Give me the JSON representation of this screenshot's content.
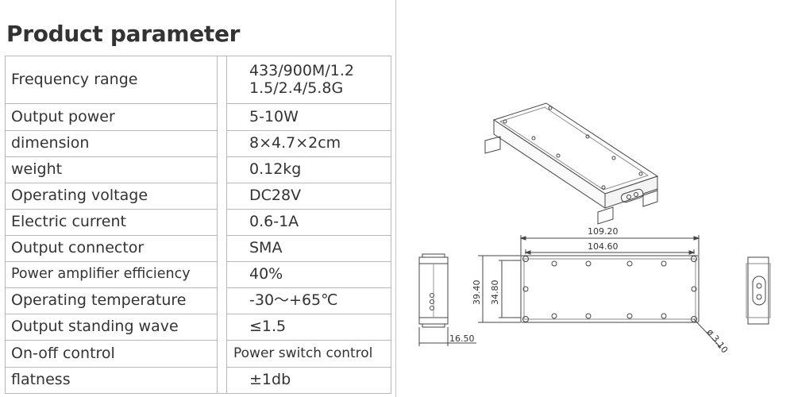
{
  "title": "Product parameter",
  "rows": [
    {
      "label": "Frequency range",
      "value_lines": [
        "433/900M/1.2",
        "1.5/2.4/5.8G"
      ]
    },
    {
      "label": "Output power",
      "value_lines": [
        "5-10W"
      ]
    },
    {
      "label": "dimension",
      "value_lines": [
        "8×4.7×2cm"
      ]
    },
    {
      "label": "weight",
      "value_lines": [
        "0.12kg"
      ]
    },
    {
      "label": "Operating voltage",
      "value_lines": [
        "DC28V"
      ]
    },
    {
      "label": "Electric current",
      "value_lines": [
        "0.6-1A"
      ]
    },
    {
      "label": "Output connector",
      "value_lines": [
        "SMA"
      ]
    },
    {
      "label": "Power amplifier efficiency",
      "value_lines": [
        "40%"
      ]
    },
    {
      "label": "Operating temperature",
      "value_lines": [
        "-30～+65℃"
      ]
    },
    {
      "label": "Output standing wave",
      "value_lines": [
        "≤1.5"
      ]
    },
    {
      "label": "On-off control",
      "value_lines": [
        "Power switch control"
      ]
    },
    {
      "label": "flatness",
      "value_lines": [
        "±1db"
      ]
    }
  ],
  "drawing": {
    "dim_total_length": "109.20",
    "dim_inner_length": "104.60",
    "dim_total_width": "39.40",
    "dim_inner_width": "34.80",
    "dim_side_thickness": "16.50",
    "dim_hole_diameter": "ø 3.10"
  },
  "colors": {
    "text": "#333333",
    "border": "#b8b8b8",
    "line": "#444444"
  }
}
